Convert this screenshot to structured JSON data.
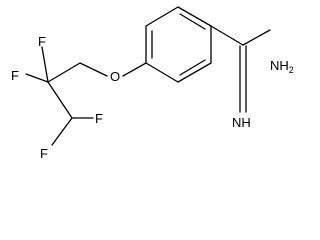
{
  "molecule": {
    "atom_labels": {
      "f1": "F",
      "f2": "F",
      "f3": "F",
      "f4": "F",
      "o": "O",
      "nh2": "NH",
      "nh2_sub": "2",
      "nh": "NH"
    },
    "colors": {
      "bond": "#000000",
      "text": "#000000",
      "background": "#ffffff"
    }
  }
}
